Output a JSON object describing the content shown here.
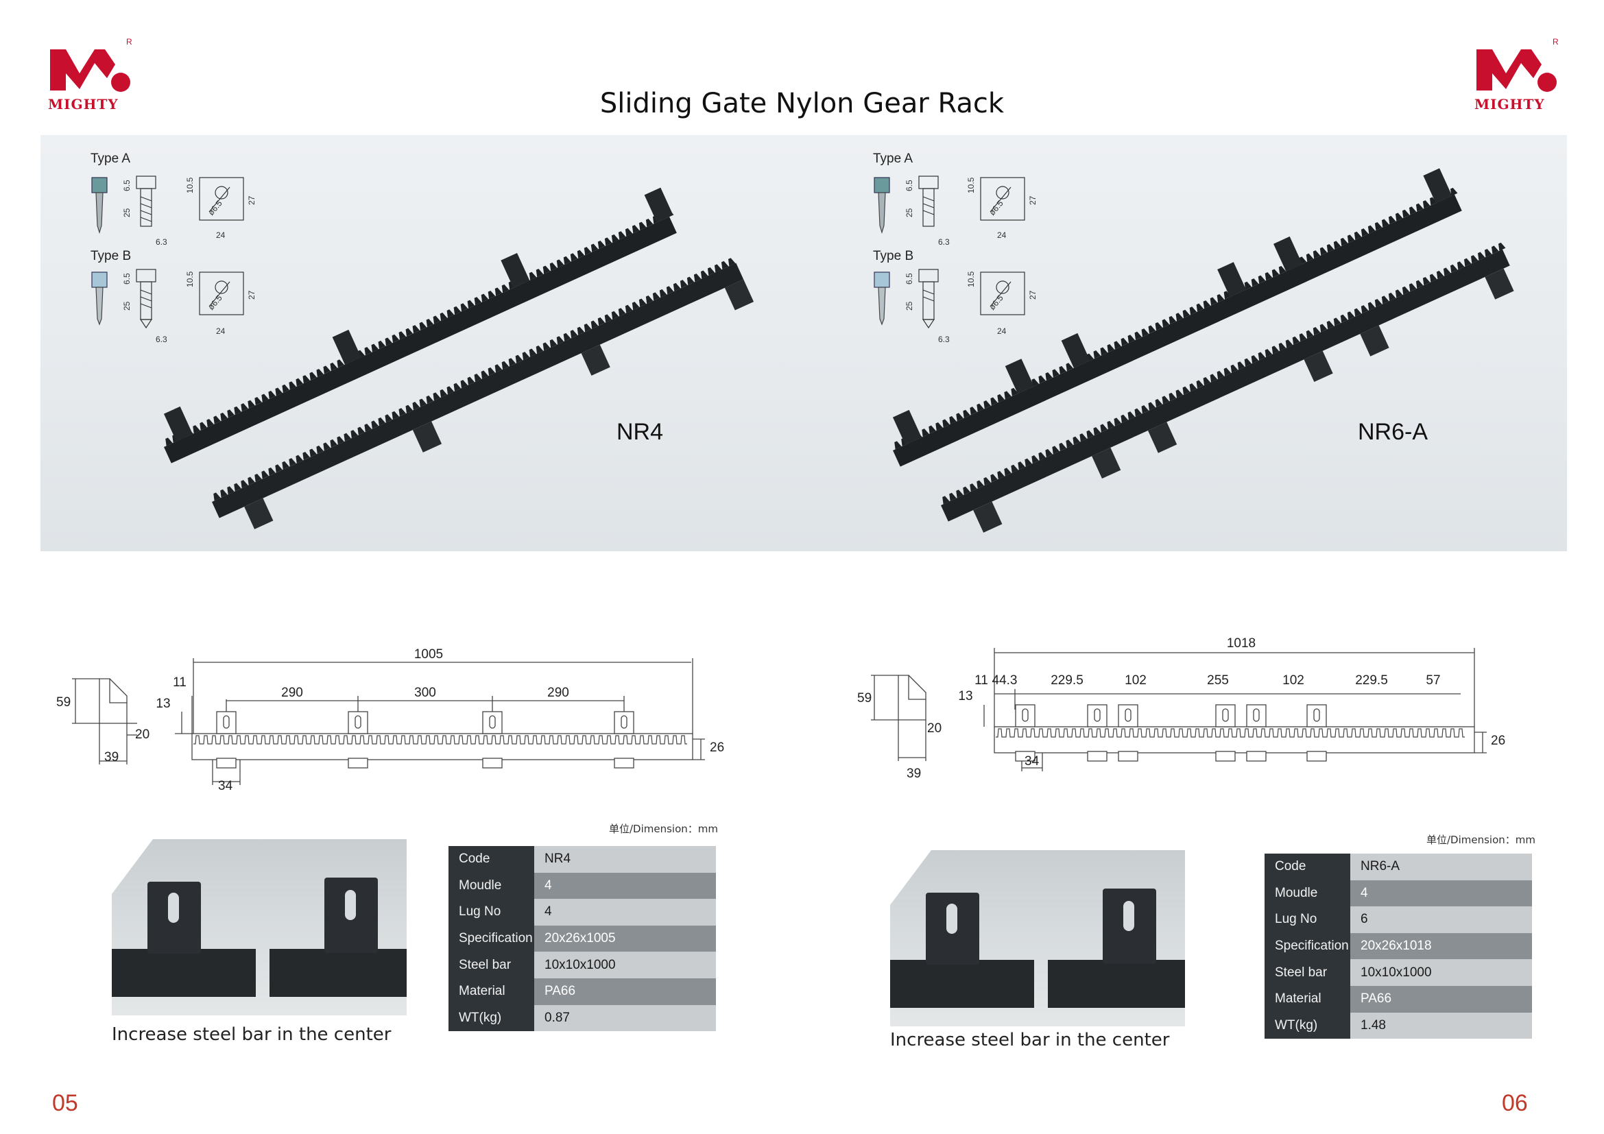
{
  "header": {
    "title": "Sliding Gate Nylon Gear Rack",
    "logo_text": "MIGHTY",
    "logo_mark": "R"
  },
  "left": {
    "model": "NR4",
    "type_a": "Type  A",
    "type_b": "Type  B",
    "screw_dims": {
      "d1": "6.5",
      "d2": "25",
      "d3": "6.3",
      "d4": "10.5",
      "d5": "27",
      "d6": "ø6.5",
      "d7": "24"
    },
    "drawing": {
      "total": "1005",
      "spacing": [
        "290",
        "300",
        "290"
      ],
      "offset": "11",
      "height_small": "13",
      "side_height": "59",
      "side_width": "20",
      "side_depth": "39",
      "lug_width": "34",
      "rack_height": "26"
    },
    "unit": "单位/Dimension：mm",
    "specs": [
      {
        "key": "Code",
        "value": "NR4"
      },
      {
        "key": "Moudle",
        "value": "4"
      },
      {
        "key": "Lug No",
        "value": "4"
      },
      {
        "key": "Specification",
        "value": "20x26x1005"
      },
      {
        "key": "Steel bar",
        "value": "10x10x1000"
      },
      {
        "key": "Material",
        "value": "PA66"
      },
      {
        "key": "WT(kg)",
        "value": "0.87"
      }
    ],
    "caption": "Increase steel bar in the center",
    "page": "05"
  },
  "right": {
    "model": "NR6-A",
    "type_a": "Type  A",
    "type_b": "Type  B",
    "drawing": {
      "total": "1018",
      "offset": "11",
      "first": "44.3",
      "spacing": [
        "229.5",
        "102",
        "255",
        "102",
        "229.5",
        "57"
      ],
      "height_small": "13",
      "side_height": "59",
      "side_width": "20",
      "side_depth": "39",
      "lug_width": "34",
      "rack_height": "26"
    },
    "unit": "单位/Dimension：mm",
    "specs": [
      {
        "key": "Code",
        "value": "NR6-A"
      },
      {
        "key": "Moudle",
        "value": "4"
      },
      {
        "key": "Lug No",
        "value": "6"
      },
      {
        "key": "Specification",
        "value": "20x26x1018"
      },
      {
        "key": "Steel bar",
        "value": "10x10x1000"
      },
      {
        "key": "Material",
        "value": "PA66"
      },
      {
        "key": "WT(kg)",
        "value": "1.48"
      }
    ],
    "caption": "Increase steel bar in the center",
    "page": "06"
  },
  "colors": {
    "brand": "#c8102e",
    "page_number": "#c0392b",
    "table_key": "#2f3438",
    "table_light": "#c9cdcf",
    "table_dark": "#8a8f93"
  }
}
